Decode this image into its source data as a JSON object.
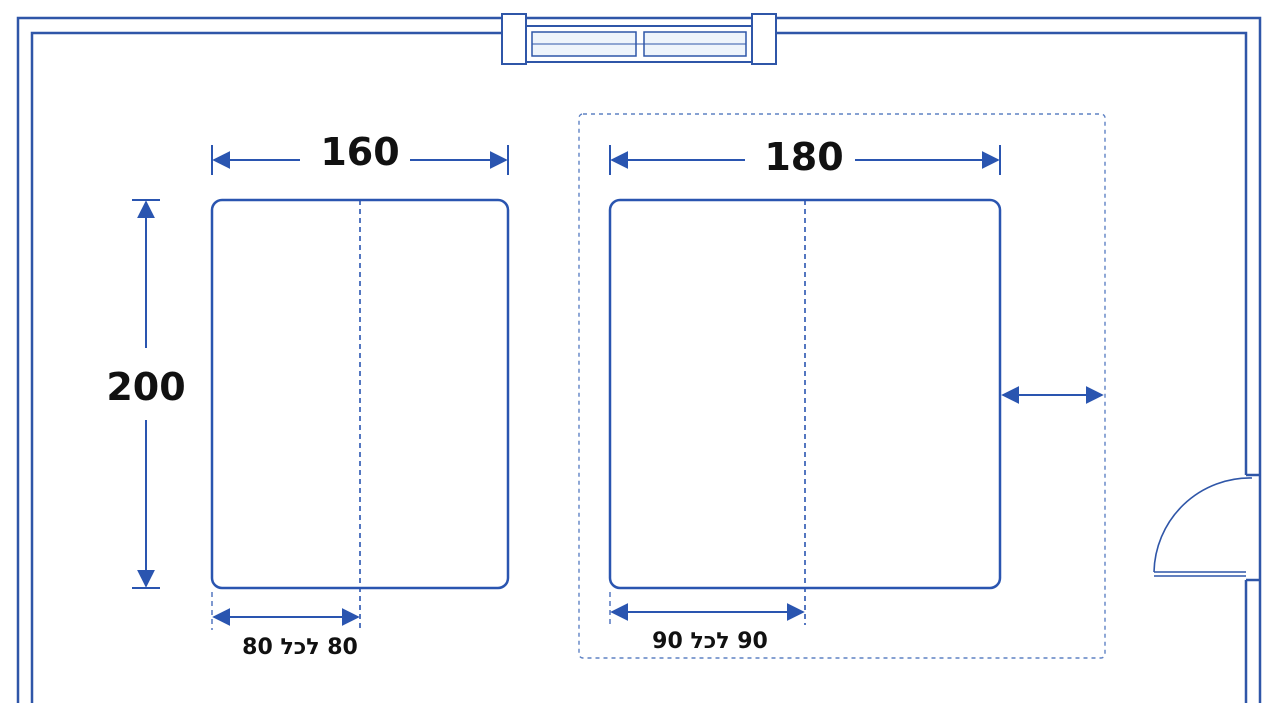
{
  "beds": [
    {
      "name": "bed-160",
      "width_label": "160",
      "length_label": "200",
      "split_label": "80 לכל 80"
    },
    {
      "name": "bed-180",
      "width_label": "180",
      "split_label": "90 לכל 90"
    }
  ],
  "colors": {
    "line": "#2a55b0",
    "wall": "#2f56a8",
    "text": "#111111",
    "background": "#ffffff"
  },
  "icons": {
    "window": "window-icon",
    "door": "door-swing-icon"
  }
}
